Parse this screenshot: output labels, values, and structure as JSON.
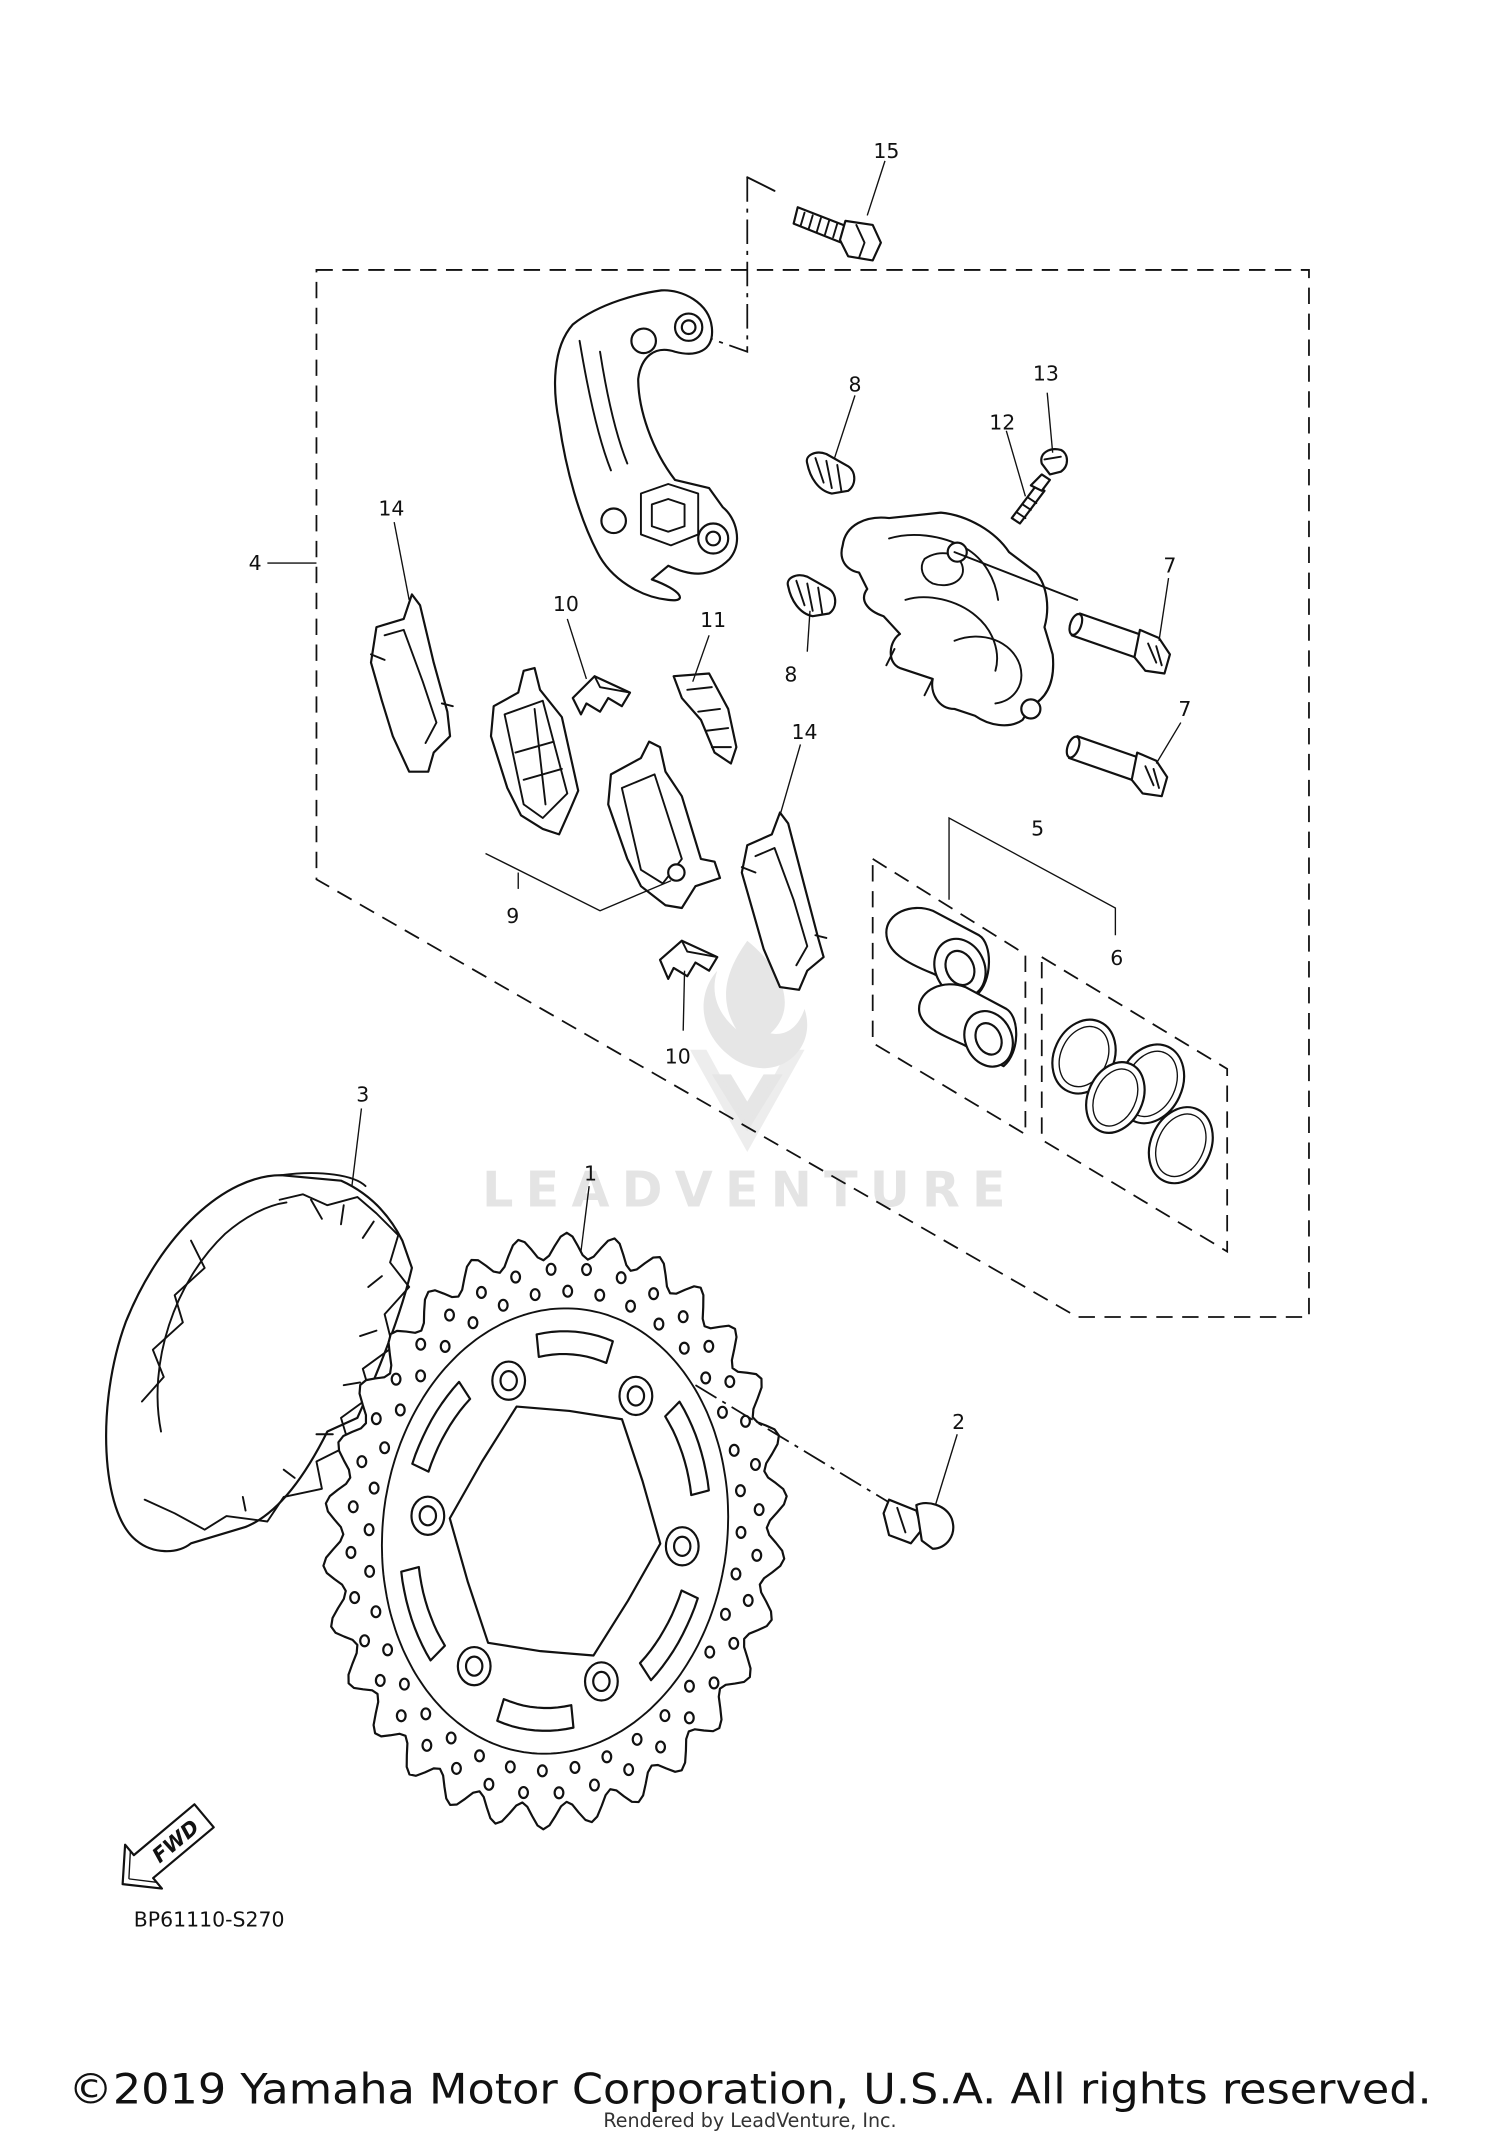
{
  "diagram": {
    "part_code": "BP61110-S270",
    "fwd_label": "FWD",
    "copyright": "©2019 Yamaha Motor Corporation, U.S.A. All rights reserved.",
    "render_credit": "Rendered by LeadVenture, Inc.",
    "watermark": "LEADVENTURE",
    "callouts": {
      "c1": "1",
      "c2": "2",
      "c3": "3",
      "c4": "4",
      "c5": "5",
      "c6": "6",
      "c7a": "7",
      "c7b": "7",
      "c8a": "8",
      "c8b": "8",
      "c9": "9",
      "c10a": "10",
      "c10b": "10",
      "c11": "11",
      "c12": "12",
      "c13": "13",
      "c14a": "14",
      "c14b": "14",
      "c15": "15"
    }
  }
}
